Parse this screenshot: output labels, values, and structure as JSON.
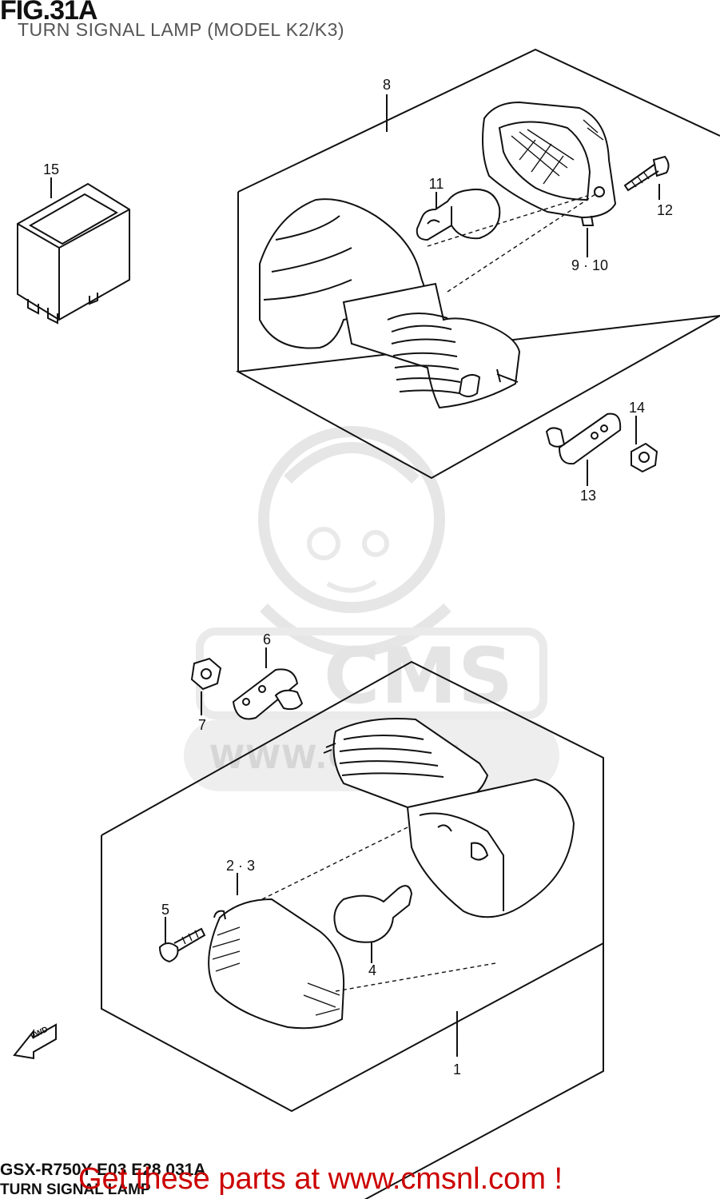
{
  "header": {
    "figure": "FIG.31A",
    "subtitle": "TURN SIGNAL LAMP (MODEL K2/K3)"
  },
  "callouts": [
    {
      "id": "c1",
      "label": "1"
    },
    {
      "id": "c23",
      "label": "2 · 3"
    },
    {
      "id": "c4",
      "label": "4"
    },
    {
      "id": "c5",
      "label": "5"
    },
    {
      "id": "c6",
      "label": "6"
    },
    {
      "id": "c7",
      "label": "7"
    },
    {
      "id": "c8",
      "label": "8"
    },
    {
      "id": "c910",
      "label": "9 · 10"
    },
    {
      "id": "c11",
      "label": "11"
    },
    {
      "id": "c12",
      "label": "12"
    },
    {
      "id": "c13",
      "label": "13"
    },
    {
      "id": "c14",
      "label": "14"
    },
    {
      "id": "c15",
      "label": "15"
    }
  ],
  "direction_marker": "FWD",
  "watermark": {
    "brand": "CMS",
    "url": "WWW.C     .COM"
  },
  "footer": {
    "model_code": "GSX-R750Y E03 E28  031A",
    "section_name": "TURN SIGNAL LAMP",
    "promo": "Get these parts at www.cmsnl.com !"
  },
  "colors": {
    "ink": "#111111",
    "promo": "#cc0000",
    "watermark": "#e4e4e4"
  }
}
